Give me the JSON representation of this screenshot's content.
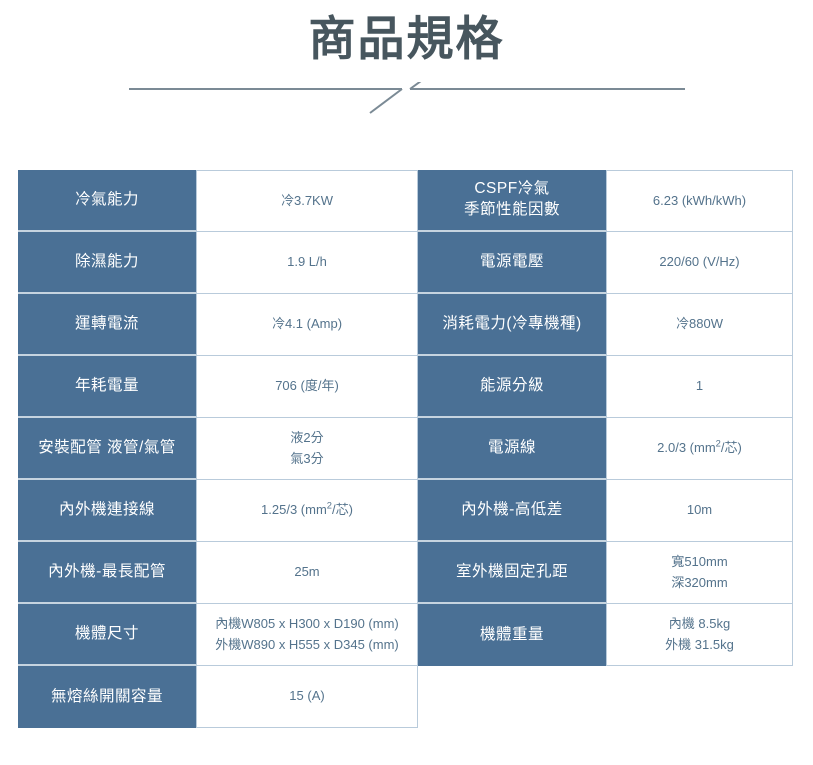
{
  "header": {
    "title": "商品規格",
    "divider_icon": "slash-divider"
  },
  "colors": {
    "label_bg": "#4a7095",
    "label_text": "#ffffff",
    "value_text": "#54738c",
    "title_text": "#47565e",
    "cell_border": "#b9cbdb",
    "row_separator": "#c6d4e0"
  },
  "spec_table": {
    "rows": [
      {
        "label_left": "冷氣能力",
        "value_left": [
          "冷3.7KW"
        ],
        "label_right": "CSPF冷氣\n季節性能因數",
        "label_right_lines": [
          "CSPF冷氣",
          "季節性能因數"
        ],
        "value_right": [
          "6.23 (kWh/kWh)"
        ]
      },
      {
        "label_left": "除濕能力",
        "value_left": [
          "1.9 L/h"
        ],
        "label_right": "電源電壓",
        "label_right_lines": [
          "電源電壓"
        ],
        "value_right": [
          "220/60 (V/Hz)"
        ]
      },
      {
        "label_left": "運轉電流",
        "value_left": [
          "冷4.1 (Amp)"
        ],
        "label_right": "消耗電力(冷專機種)",
        "label_right_lines": [
          "消耗電力(冷專機種)"
        ],
        "value_right": [
          "冷880W"
        ]
      },
      {
        "label_left": "年耗電量",
        "value_left": [
          "706 (度/年)"
        ],
        "label_right": "能源分級",
        "label_right_lines": [
          "能源分級"
        ],
        "value_right": [
          "1"
        ]
      },
      {
        "label_left": "安裝配管 液管/氣管",
        "value_left": [
          "液2分",
          "氣3分"
        ],
        "label_right": "電源線",
        "label_right_lines": [
          "電源線"
        ],
        "value_right_html": [
          "2.0/3 (mm<sup>2</sup>/芯)"
        ]
      },
      {
        "label_left": "內外機連接線",
        "value_left_html": [
          "1.25/3 (mm<sup>2</sup>/芯)"
        ],
        "label_right": "內外機-高低差",
        "label_right_lines": [
          "內外機-高低差"
        ],
        "value_right": [
          "10m"
        ]
      },
      {
        "label_left": "內外機-最長配管",
        "value_left": [
          "25m"
        ],
        "label_right": "室外機固定孔距",
        "label_right_lines": [
          "室外機固定孔距"
        ],
        "value_right": [
          "寬510mm",
          "深320mm"
        ]
      },
      {
        "label_left": "機體尺寸",
        "value_left": [
          "內機W805 x H300 x D190 (mm)",
          "外機W890 x H555 x D345 (mm)"
        ],
        "label_right": "機體重量",
        "label_right_lines": [
          "機體重量"
        ],
        "value_right": [
          "內機 8.5kg",
          "外機 31.5kg"
        ]
      },
      {
        "label_left": "無熔絲開關容量",
        "value_left": [
          "15 (A)"
        ],
        "label_right": "",
        "label_right_lines": [],
        "value_right": []
      }
    ]
  }
}
